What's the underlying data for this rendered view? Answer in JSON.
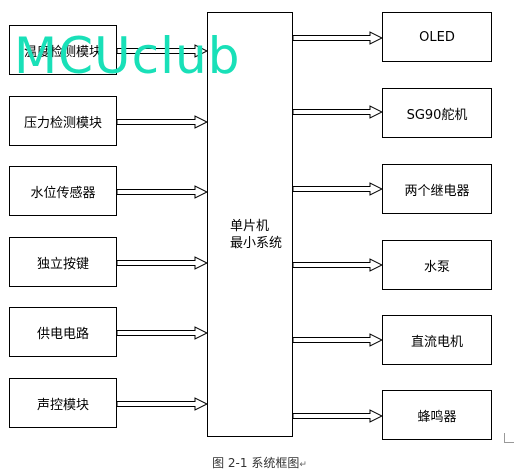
{
  "diagram": {
    "inputs": [
      "温度检测模块",
      "压力检测模块",
      "水位传感器",
      "独立按键",
      "供电电路",
      "声控模块"
    ],
    "center": {
      "line1": "单片机",
      "line2": "最小系统"
    },
    "outputs": [
      "OLED",
      "SG90舵机",
      "两个继电器",
      "水泵",
      "直流电机",
      "蜂鸣器"
    ],
    "caption": "图 2-1 系统框图",
    "watermark": "MCUclub",
    "watermark_color": "#19e0b8"
  }
}
